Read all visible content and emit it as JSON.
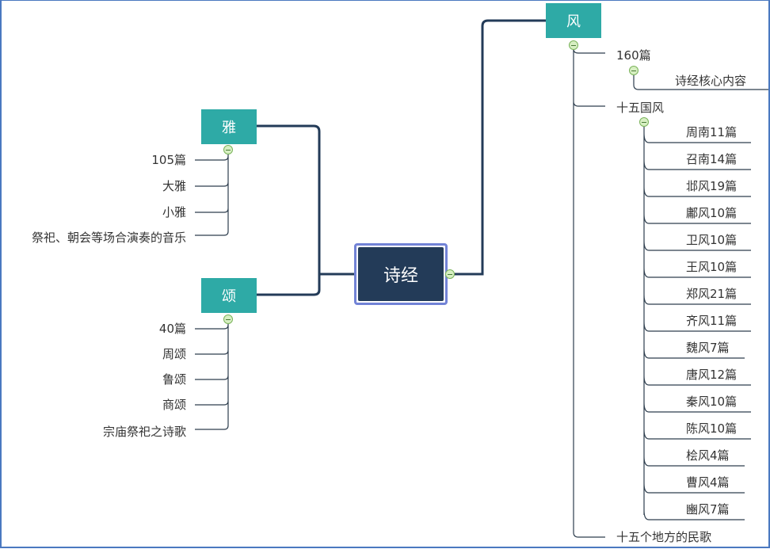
{
  "colors": {
    "central_bg": "#233b58",
    "central_border": "#7283d6",
    "main_topic_bg": "#2eaaa6",
    "line": "#233b58",
    "frame": "#4a78c0",
    "toggle_fill": "#d7efc2"
  },
  "central": {
    "label": "诗经"
  },
  "feng": {
    "label": "风",
    "children": [
      {
        "label": "160篇",
        "children": [
          {
            "label": "诗经核心内容"
          }
        ]
      },
      {
        "label": "十五国风",
        "children": [
          {
            "label": "周南11篇"
          },
          {
            "label": "召南14篇"
          },
          {
            "label": "邶风19篇"
          },
          {
            "label": "鄘风10篇"
          },
          {
            "label": "卫风10篇"
          },
          {
            "label": "王风10篇"
          },
          {
            "label": "郑风21篇"
          },
          {
            "label": "齐风11篇"
          },
          {
            "label": "魏风7篇"
          },
          {
            "label": "唐风12篇"
          },
          {
            "label": "秦风10篇"
          },
          {
            "label": "陈风10篇"
          },
          {
            "label": "桧风4篇"
          },
          {
            "label": "曹风4篇"
          },
          {
            "label": "豳风7篇"
          }
        ]
      },
      {
        "label": "十五个地方的民歌"
      }
    ]
  },
  "ya": {
    "label": "雅",
    "children": [
      {
        "label": "105篇"
      },
      {
        "label": "大雅"
      },
      {
        "label": "小雅"
      },
      {
        "label": "祭祀、朝会等场合演奏的音乐"
      }
    ]
  },
  "song": {
    "label": "颂",
    "children": [
      {
        "label": "40篇"
      },
      {
        "label": "周颂"
      },
      {
        "label": "鲁颂"
      },
      {
        "label": "商颂"
      },
      {
        "label": "宗庙祭祀之诗歌"
      }
    ]
  }
}
